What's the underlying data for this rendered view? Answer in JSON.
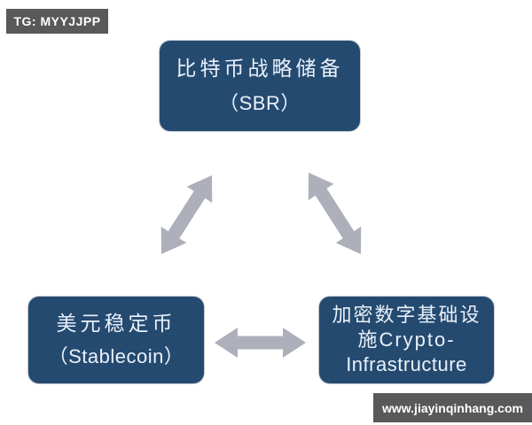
{
  "colors": {
    "background": "#ffffff",
    "node_fill": "#254a70",
    "node_text": "#e9f1fa",
    "arrow": "#adb0ba",
    "watermark_bg": "#59595b",
    "watermark_text": "#ffffff"
  },
  "watermarks": {
    "top_left": "TG: MYYJJPP",
    "bottom_right": "www.jiayinqinhang.com"
  },
  "diagram": {
    "nodes": [
      {
        "id": "bitcoin-strategic-reserve",
        "lines": [
          "比特币战略储备",
          "（SBR）"
        ]
      },
      {
        "id": "usd-stablecoin",
        "lines": [
          "美元稳定币",
          "（Stablecoin）"
        ]
      },
      {
        "id": "crypto-infrastructure",
        "lines": [
          "加密数字基础设",
          "施Crypto-",
          "Infrastructure"
        ]
      }
    ],
    "connectors": [
      {
        "between": [
          "bitcoin-strategic-reserve",
          "usd-stablecoin"
        ],
        "style": "double-headed-arrow"
      },
      {
        "between": [
          "bitcoin-strategic-reserve",
          "crypto-infrastructure"
        ],
        "style": "double-headed-arrow"
      },
      {
        "between": [
          "usd-stablecoin",
          "crypto-infrastructure"
        ],
        "style": "double-headed-arrow"
      }
    ]
  }
}
